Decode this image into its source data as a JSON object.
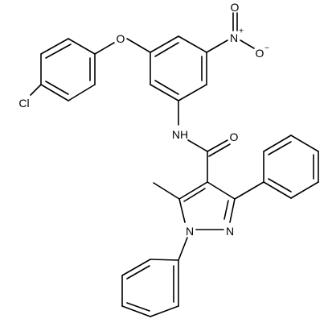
{
  "molecule": {
    "atoms": {
      "oxygen_ether": "O",
      "chlorine": "Cl",
      "nitro_nitrogen": "N",
      "nitro_oxygen_top": "O",
      "nitro_oxygen_right": "O",
      "nitro_oxygen_right_charge": "−",
      "nitro_nitrogen_charge": "+",
      "amide_nh": "NH",
      "amide_oxygen": "O",
      "pyrazole_n1": "N",
      "pyrazole_n2": "N"
    }
  }
}
